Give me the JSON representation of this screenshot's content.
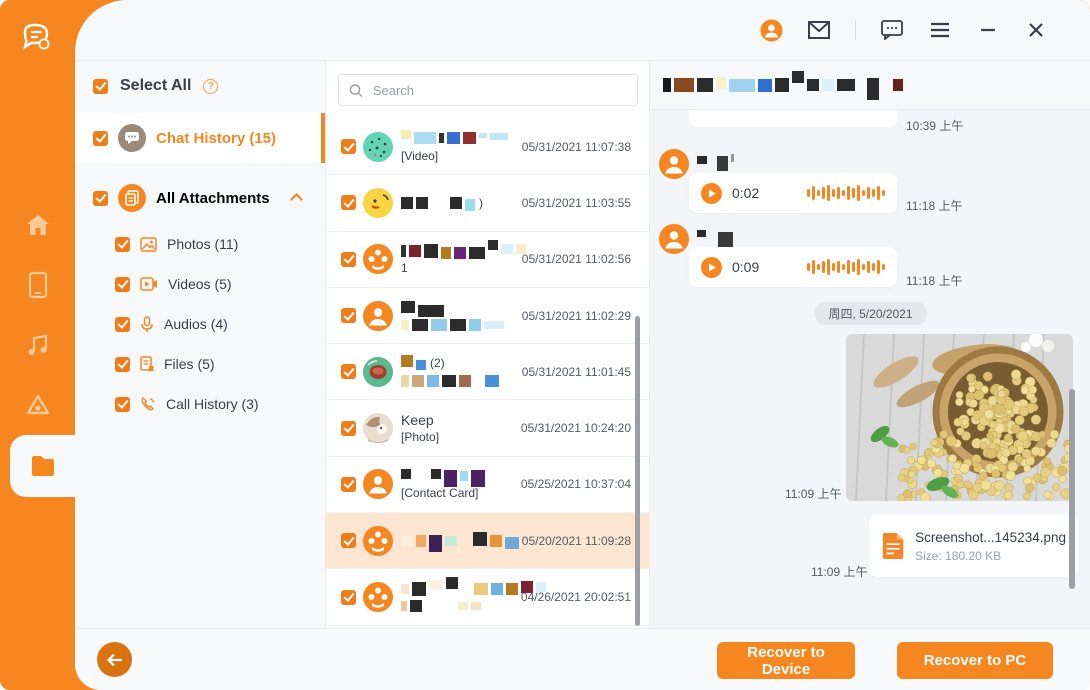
{
  "colors": {
    "accent": "#f6861f",
    "accent_dark": "#d8730f",
    "highlight_row": "#fce6d2",
    "panel_bg": "#f7f8fa",
    "chat_bg": "#f3f5f9"
  },
  "sidebar": {
    "logo": "chat-recovery-logo",
    "items": [
      {
        "name": "home",
        "icon": "home-icon",
        "active": false
      },
      {
        "name": "device",
        "icon": "phone-icon",
        "active": false
      },
      {
        "name": "music",
        "icon": "music-icon",
        "active": false
      },
      {
        "name": "drive",
        "icon": "drive-icon",
        "active": false
      },
      {
        "name": "files",
        "icon": "folder-icon",
        "active": true
      }
    ]
  },
  "topbar": {
    "icons": [
      "account-avatar",
      "mail-icon",
      "feedback-icon",
      "menu-icon",
      "minimize-icon",
      "close-icon"
    ]
  },
  "left_panel": {
    "select_all_label": "Select All",
    "help_glyph": "?",
    "chat_history": {
      "label": "Chat History (15)",
      "icon": "chat-bubble-avatar",
      "checked": true
    },
    "all_attachments": {
      "label": "All Attachments",
      "icon": "attachment-avatar",
      "checked": true
    },
    "sub_items": [
      {
        "label": "Photos (11)",
        "icon": "photo-icon",
        "checked": true
      },
      {
        "label": "Videos (5)",
        "icon": "video-icon",
        "checked": true
      },
      {
        "label": "Audios (4)",
        "icon": "mic-icon",
        "checked": true
      },
      {
        "label": "Files (5)",
        "icon": "file-icon",
        "checked": true
      },
      {
        "label": "Call History (3)",
        "icon": "call-icon",
        "checked": true
      }
    ]
  },
  "middle": {
    "search_placeholder": "Search",
    "rows": [
      {
        "avatar": "teal-pattern",
        "checked": true,
        "blocks": [
          [
            10,
            9,
            "#f3eeb0",
            -4
          ],
          [
            22,
            12,
            "#abdcf2",
            0
          ],
          [
            5,
            10,
            "#333333",
            0
          ],
          [
            13,
            12,
            "#3a6fd0",
            0
          ],
          [
            13,
            12,
            "#8f2f2f",
            0
          ],
          [
            8,
            5,
            "#c2e6f6",
            -3
          ],
          [
            18,
            7,
            "#c2e6f6",
            -2
          ]
        ],
        "sub": {
          "text": "[Video]"
        },
        "time": "05/31/2021 11:07:38"
      },
      {
        "avatar": "duck",
        "checked": true,
        "blocks": [
          [
            12,
            12,
            "#2b2b2b",
            0
          ],
          [
            12,
            12,
            "#2b2b2b",
            0
          ],
          [
            16,
            12,
            "transparent",
            0
          ],
          [
            12,
            12,
            "#2b2b2b",
            0
          ],
          [
            10,
            12,
            "#9adcf0",
            2
          ]
        ],
        "suffix": ")",
        "time": "05/31/2021 11:03:55"
      },
      {
        "avatar": "film",
        "checked": true,
        "blocks": [
          [
            5,
            12,
            "#333333",
            0
          ],
          [
            12,
            12,
            "#7a2230",
            0
          ],
          [
            14,
            14,
            "#2b2b2b",
            0
          ],
          [
            10,
            12,
            "#b5791f",
            2
          ],
          [
            12,
            12,
            "#6a2575",
            2
          ],
          [
            16,
            12,
            "#2b2b2b",
            2
          ],
          [
            10,
            10,
            "#2b2b2b",
            -6
          ],
          [
            12,
            10,
            "#d9f1fb",
            -2
          ],
          [
            10,
            10,
            "#f6efcd",
            -2
          ]
        ],
        "sub": {
          "text": "1"
        },
        "time": "05/31/2021 11:02:56"
      },
      {
        "avatar": "person",
        "checked": true,
        "blocks": [
          [
            14,
            12,
            "#2b2b2b",
            0
          ],
          [
            26,
            12,
            "#2b2b2b",
            4
          ]
        ],
        "sub": {
          "blocks": [
            [
              8,
              10,
              "#f6f1c2",
              0
            ],
            [
              16,
              12,
              "#2b2b2b",
              0
            ],
            [
              16,
              12,
              "#90cdea",
              0
            ],
            [
              16,
              12,
              "#2b2b2b",
              0
            ],
            [
              12,
              12,
              "#90cdea",
              0
            ],
            [
              20,
              8,
              "#d7effa",
              0
            ]
          ]
        },
        "time": "05/31/2021 11:02:29"
      },
      {
        "avatar": "green-red",
        "checked": true,
        "blocks": [
          [
            12,
            12,
            "#b5791f",
            -2
          ],
          [
            10,
            10,
            "#4a90d9",
            2
          ]
        ],
        "suffix": "(2)",
        "sub": {
          "blocks": [
            [
              8,
              12,
              "#ead7a2",
              0
            ],
            [
              12,
              12,
              "#caa87c",
              0
            ],
            [
              12,
              12,
              "#7cbae9",
              0
            ],
            [
              14,
              12,
              "#2b2b2b",
              0
            ],
            [
              12,
              12,
              "#a06c4c",
              0
            ],
            [
              8,
              12,
              "transparent",
              0
            ],
            [
              14,
              12,
              "#4a90d9",
              0
            ]
          ]
        },
        "time": "05/31/2021 11:01:45"
      },
      {
        "avatar": "keep",
        "checked": true,
        "name": "Keep",
        "sub": {
          "text": "[Photo]"
        },
        "time": "05/31/2021 10:24:20"
      },
      {
        "avatar": "person",
        "checked": true,
        "blocks": [
          [
            10,
            10,
            "#2b2b2b",
            -2
          ],
          [
            14,
            10,
            "transparent",
            0
          ],
          [
            10,
            10,
            "#2b2b2b",
            -2
          ],
          [
            13,
            17,
            "#4b2364",
            3
          ],
          [
            8,
            10,
            "#9adcf0",
            0
          ],
          [
            14,
            17,
            "#4b2364",
            3
          ]
        ],
        "sub": {
          "text": "[Contact Card]"
        },
        "time": "05/25/2021 10:37:04"
      },
      {
        "avatar": "film",
        "checked": true,
        "highlighted": true,
        "blocks": [
          [
            12,
            10,
            "#fceede",
            0
          ],
          [
            10,
            12,
            "#f2a85c",
            0
          ],
          [
            13,
            17,
            "#3c2253",
            3
          ],
          [
            12,
            10,
            "#c4e8da",
            0
          ],
          [
            10,
            12,
            "transparent",
            0
          ],
          [
            14,
            14,
            "#2b2b2b",
            -2
          ],
          [
            12,
            12,
            "#e8923a",
            0
          ],
          [
            14,
            12,
            "#6fa8d8",
            2
          ]
        ],
        "time": "05/20/2021 11:09:28"
      },
      {
        "avatar": "film",
        "checked": true,
        "blocks": [
          [
            8,
            10,
            "#fae3d3",
            0
          ],
          [
            14,
            14,
            "#2b2b2b",
            0
          ],
          [
            14,
            10,
            "#faf2e2",
            -4
          ],
          [
            12,
            12,
            "#2b2b2b",
            -6
          ],
          [
            10,
            12,
            "transparent",
            0
          ],
          [
            14,
            12,
            "#ecc87e",
            0
          ],
          [
            12,
            12,
            "#6fb2e2",
            0
          ],
          [
            12,
            12,
            "#b5791f",
            0
          ],
          [
            12,
            12,
            "#7a2230",
            -2
          ],
          [
            10,
            10,
            "#d9f1fb",
            -2
          ]
        ],
        "sub": {
          "blocks": [
            [
              6,
              10,
              "#f2c4a4",
              0
            ],
            [
              12,
              12,
              "#2b2b2b",
              0
            ],
            [
              30,
              10,
              "transparent",
              0
            ],
            [
              10,
              8,
              "#f6efcd",
              0
            ],
            [
              10,
              8,
              "#f0e2c2",
              0
            ]
          ]
        },
        "time": "04/26/2021 20:02:51"
      }
    ]
  },
  "chat": {
    "title_blocks": [
      [
        8,
        14,
        "#1a1a1a",
        0
      ],
      [
        20,
        14,
        "#8a4a1f",
        0
      ],
      [
        16,
        14,
        "#2b2b2b",
        0
      ],
      [
        10,
        12,
        "#f6f3ca",
        -2
      ],
      [
        26,
        13,
        "#9ed4f0",
        0
      ],
      [
        14,
        13,
        "#2f6fd0",
        0
      ],
      [
        14,
        14,
        "#2b2b2b",
        0
      ],
      [
        12,
        12,
        "#2b2b2b",
        -8
      ],
      [
        12,
        12,
        "#2b2b2b",
        0
      ],
      [
        12,
        12,
        "#dbf1f9",
        0
      ],
      [
        18,
        12,
        "#2b2b2b",
        0
      ],
      [
        6,
        12,
        "transparent",
        0
      ],
      [
        12,
        22,
        "#2b2b2b",
        4
      ],
      [
        8,
        12,
        "transparent",
        0
      ],
      [
        10,
        12,
        "#6a1f1f",
        0
      ]
    ],
    "waveform": [
      8,
      14,
      6,
      12,
      16,
      8,
      12,
      6,
      14,
      10,
      16,
      6,
      12,
      8,
      14,
      6
    ],
    "messages": [
      {
        "type": "bubble-partial",
        "time": "10:39 上午"
      },
      {
        "type": "audio",
        "duration": "0:02",
        "time": "11:18 上午",
        "name_blocks": [
          [
            10,
            8,
            "#2b2b2b",
            0
          ],
          [
            4,
            8,
            "transparent",
            0
          ],
          [
            11,
            15,
            "#3a3a3a",
            3
          ],
          [
            3,
            8,
            "#999999",
            -2
          ]
        ]
      },
      {
        "type": "audio",
        "duration": "0:09",
        "time": "11:18 上午",
        "name_blocks": [
          [
            9,
            7,
            "#2b2b2b",
            -2
          ],
          [
            6,
            8,
            "transparent",
            0
          ],
          [
            15,
            15,
            "#3a3a3a",
            4
          ]
        ]
      },
      {
        "type": "date",
        "label": "周四, 5/20/2021"
      },
      {
        "type": "image",
        "description": "soybeans-in-basket-photo",
        "time": "11:09 上午"
      },
      {
        "type": "file",
        "filename": "Screenshot...145234.png",
        "size_label": "Size: 180.20 KB",
        "time": "11:09 上午"
      }
    ]
  },
  "footer": {
    "buttons": [
      "Recover to Device",
      "Recover to PC"
    ]
  }
}
